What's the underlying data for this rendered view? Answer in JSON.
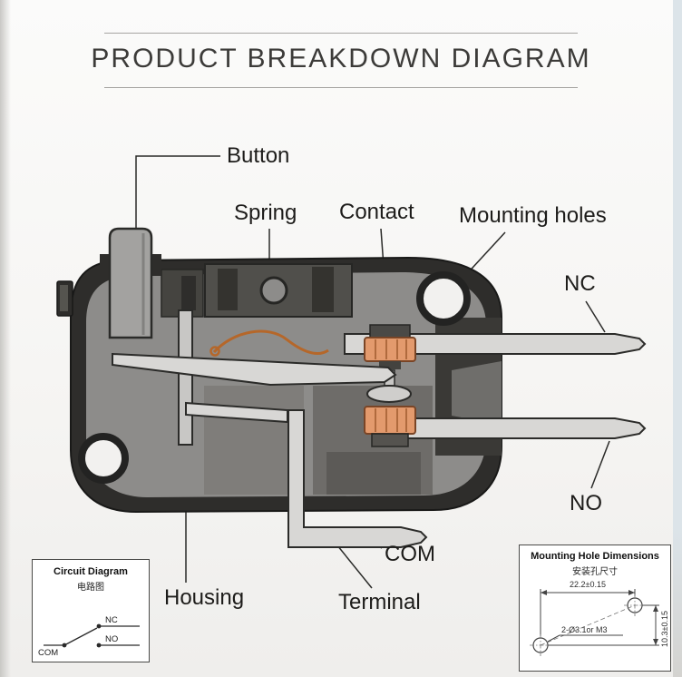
{
  "title": "PRODUCT BREAKDOWN DIAGRAM",
  "part_labels": {
    "button": "Button",
    "spring": "Spring",
    "contact": "Contact",
    "mounting_holes": "Mounting holes",
    "nc": "NC",
    "no": "NO",
    "com": "COM",
    "housing": "Housing",
    "terminal": "Terminal"
  },
  "circuit_diagram": {
    "title": "Circuit Diagram",
    "subtitle": "电路图",
    "labels": {
      "com": "COM",
      "nc": "NC",
      "no": "NO"
    }
  },
  "mounting_hole_dimensions": {
    "title": "Mounting Hole Dimensions",
    "subtitle": "安装孔尺寸",
    "horizontal_dim": "22.2±0.15",
    "hole_spec": "2-Ø3.1or M3",
    "vertical_dim": "10.3±0.15"
  },
  "colors": {
    "housing": "#2e2d2b",
    "interior": "#8d8c8a",
    "metal": "#d8d7d5",
    "contact_orange": "#e39a6d",
    "spring_copper": "#b5672a",
    "line": "#2a2a28"
  }
}
